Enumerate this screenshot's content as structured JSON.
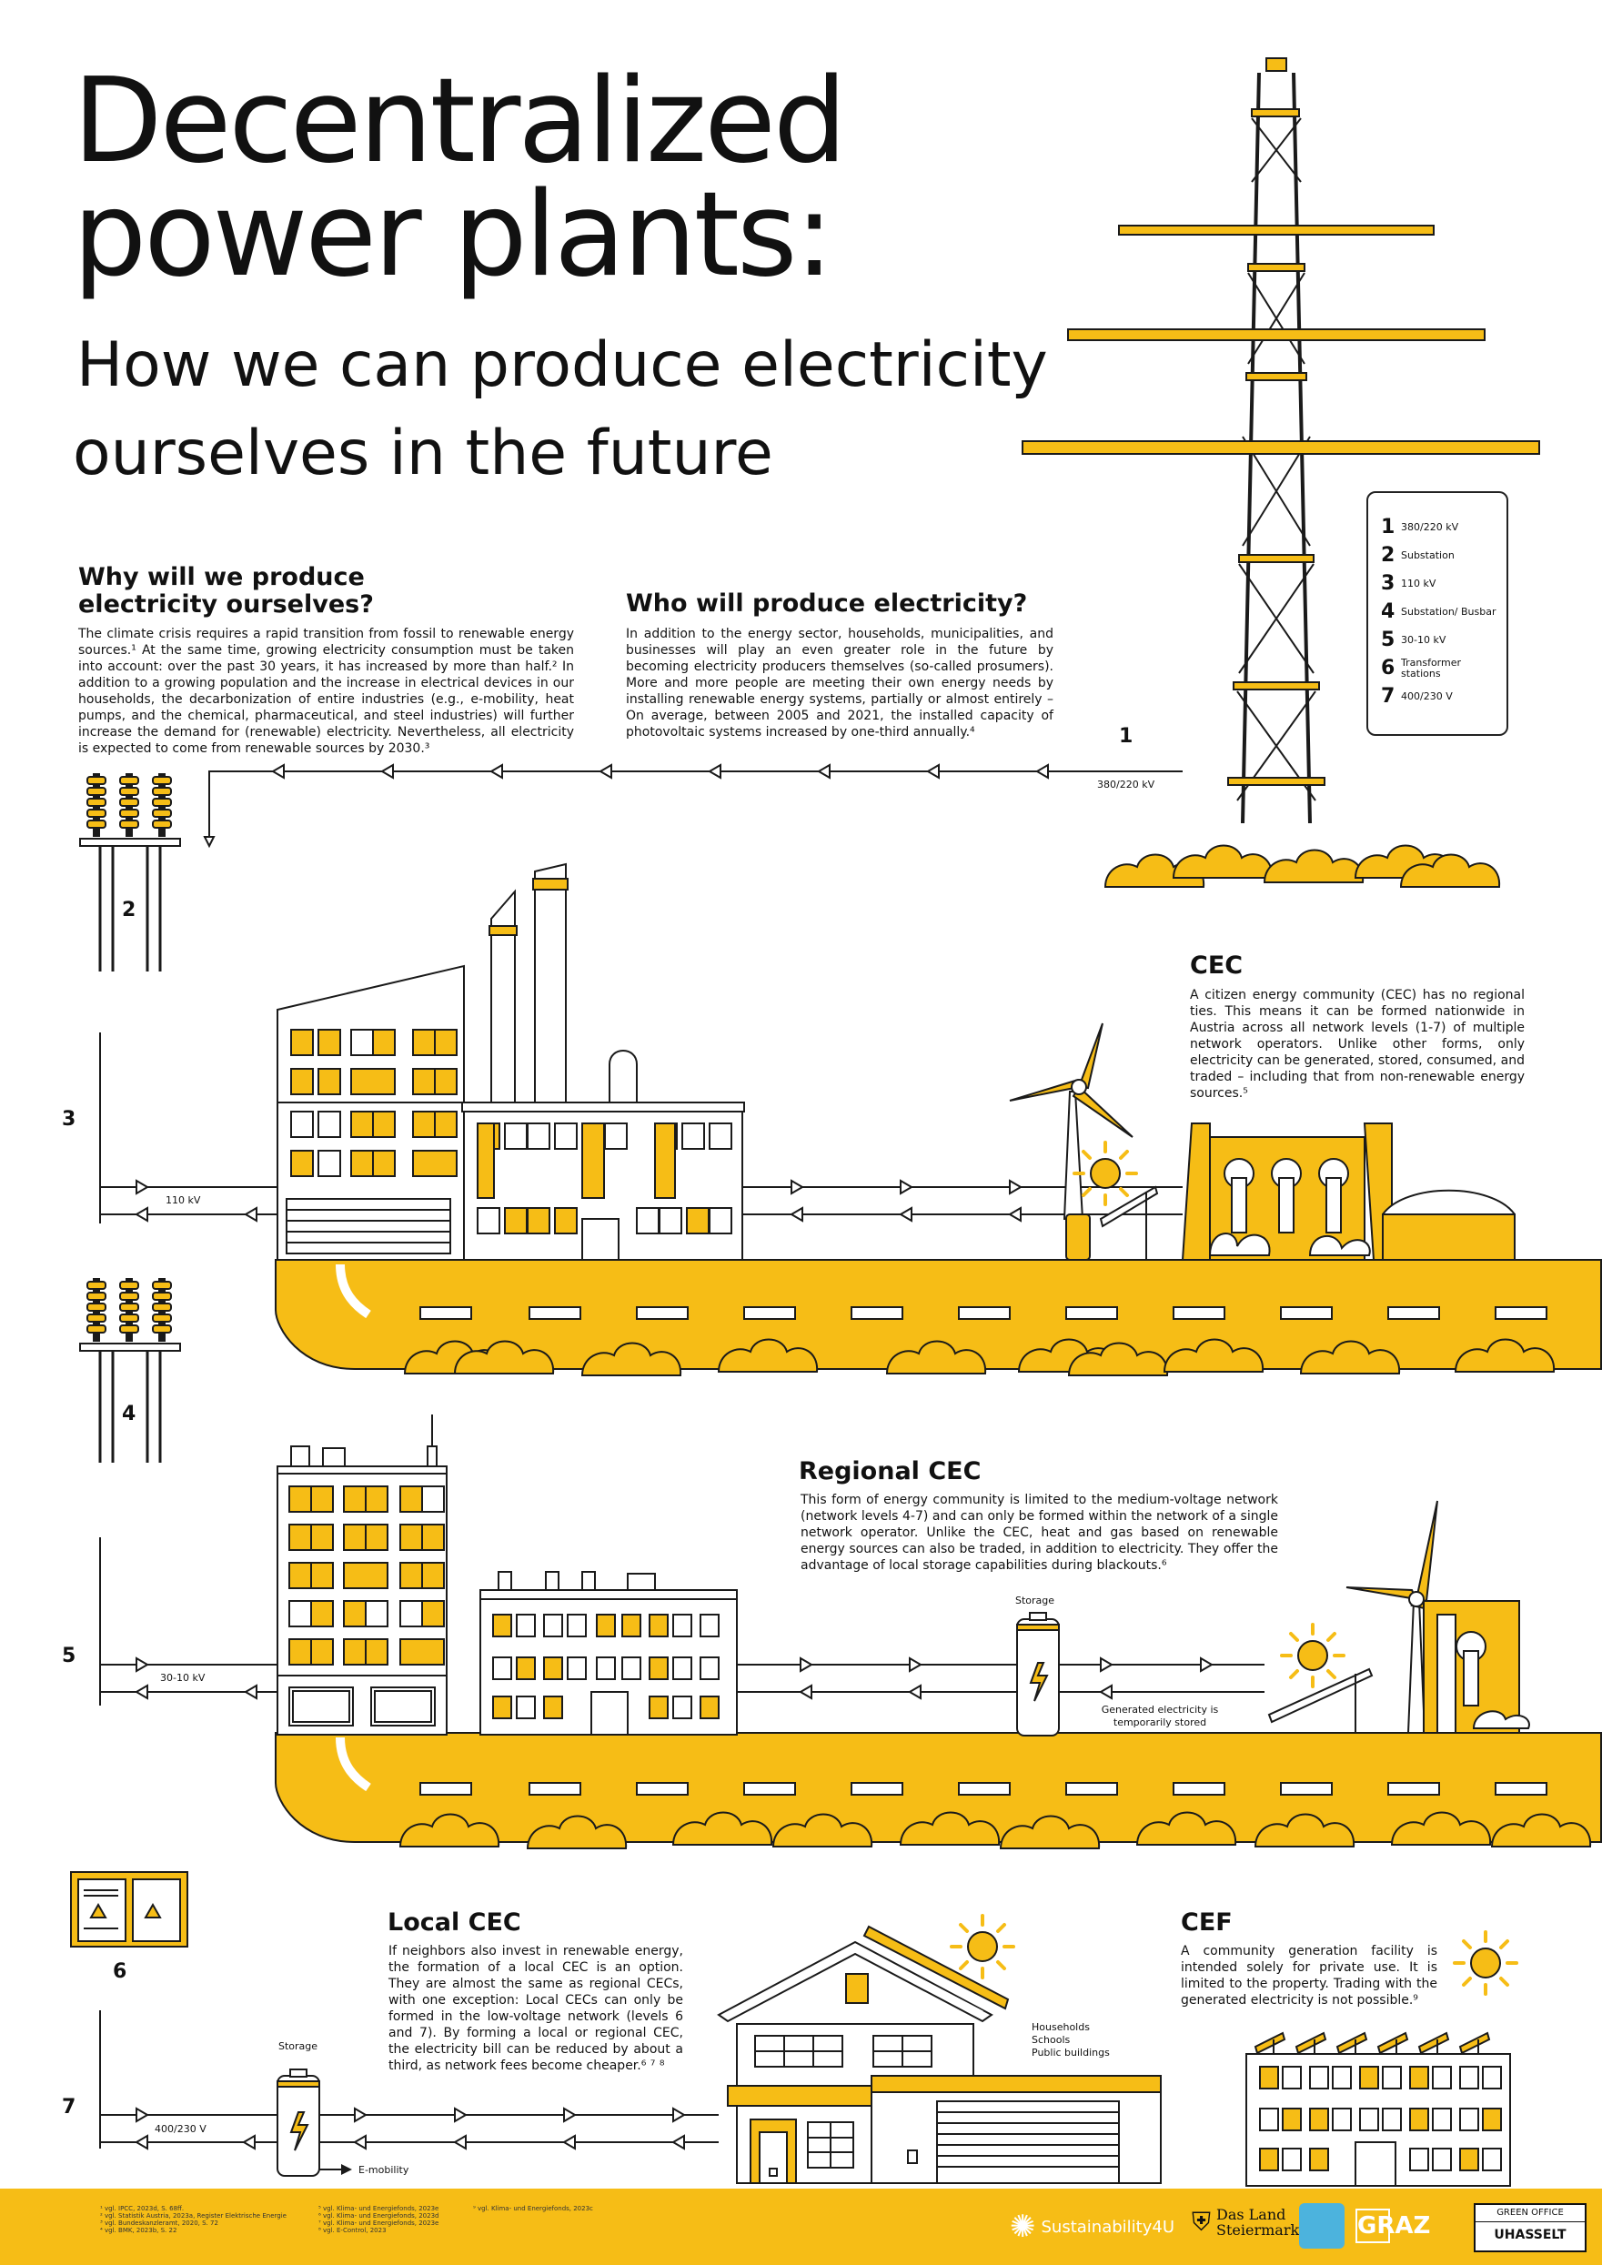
{
  "title": {
    "line1": "Decentralized",
    "line2": "power plants:",
    "subtitle1": "How we can produce electricity",
    "subtitle2": "ourselves in the future"
  },
  "why": {
    "heading1": "Why will we produce",
    "heading2": "electricity ourselves?",
    "text": "The climate crisis requires a rapid transition from fossil to renewable energy sources.¹ At the same time, growing electricity consumption must be taken into account: over the past 30 years, it has increased by more than half.² In addition to a growing population and the increase in electrical devices in our households, the decarbonization of entire industries (e.g., e-mobility, heat pumps, and the chemical, pharmaceutical, and steel industries) will further increase the demand for (renewable) electricity. Nevertheless, all electricity is expected to come from renewable sources by 2030.³"
  },
  "who": {
    "heading": "Who will produce electricity?",
    "text": "In addition to the energy sector, households, municipalities, and businesses will play an even greater role in the future by becoming electricity producers themselves (so-called prosumers). More and more people are meeting their own energy needs by installing renewable energy systems, partially or almost entirely – On average, between 2005 and 2021, the installed capacity of photovoltaic systems increased by one-third annually.⁴"
  },
  "legend": [
    {
      "n": "1",
      "label": "380/220 kV"
    },
    {
      "n": "2",
      "label": "Substation"
    },
    {
      "n": "3",
      "label": "110 kV"
    },
    {
      "n": "4",
      "label": "Substation/ Busbar"
    },
    {
      "n": "5",
      "label": "30-10 kV"
    },
    {
      "n": "6",
      "label": "Transformer stations"
    },
    {
      "n": "7",
      "label": "400/230 V"
    }
  ],
  "levels": {
    "n1": "1",
    "l1": "380/220 kV",
    "n2": "2",
    "n3": "3",
    "l3": "110 kV",
    "n4": "4",
    "n5": "5",
    "l5": "30-10 kV",
    "n6": "6",
    "n7": "7",
    "l7": "400/230 V"
  },
  "cec": {
    "heading": "CEC",
    "text": "A citizen energy community (CEC) has no regional ties. This means it can be formed nationwide in Austria across all network levels (1-7) of multiple network operators. Unlike other forms, only electricity can be generated, stored, consumed, and traded – including that from non-renewable energy sources.⁵"
  },
  "regional": {
    "heading": "Regional CEC",
    "text": "This form of energy community is limited to the medium-voltage network (network levels 4-7) and can only be formed within the network of a single network operator. Unlike the CEC, heat and gas based on renewable energy sources can also be traded, in addition to electricity. They offer the advantage of local storage capabilities during blackouts.⁶",
    "storage": "Storage",
    "note": "Generated electricity is temporarily stored"
  },
  "local": {
    "heading": "Local CEC",
    "text": "If neighbors also invest in renewable energy, the formation of a local CEC is an option. They are almost the same as regional CECs, with one exception: Local CECs can only be formed in the low-voltage network (levels 6 and 7). By forming a local or regional CEC, the electricity bill can be reduced by about a third, as network fees become cheaper.⁶ ⁷ ⁸",
    "storage": "Storage",
    "emobility": "E-mobility",
    "households": "Households",
    "schools": "Schools",
    "public": "Public buildings"
  },
  "cef": {
    "heading": "CEF",
    "text": "A community generation facility is intended solely for private use. It is limited to the property. Trading with the generated electricity is not possible.⁹"
  },
  "footer": {
    "refs_col1": [
      "¹ vgl. IPCC, 2023d, S. 68ff.",
      "² vgl. Statistik Austria, 2023a, Register Elektrische Energie",
      "³ vgl. Bundeskanzleramt, 2020, S. 72",
      "⁴ vgl. BMK, 2023b, S. 22"
    ],
    "refs_col2": [
      "⁵ vgl. Klima- und Energiefonds, 2023e",
      "⁶ vgl. Klima- und Energiefonds, 2023d",
      "⁷ vgl. Klima- und Energiefonds, 2023e",
      "⁸ vgl. E-Control, 2023"
    ],
    "refs_col3": [
      "⁹ vgl. Klima- und Energiefonds, 2023c"
    ],
    "logo1": "Sustainability4U",
    "logo2a": "Das Land",
    "logo2b": "Steiermark",
    "logo3": "GRAZ",
    "logo4a": "GREEN OFFICE",
    "logo4b": "UHASSELT"
  },
  "colors": {
    "accent": "#f6bd16",
    "ink": "#1a1a1a"
  }
}
